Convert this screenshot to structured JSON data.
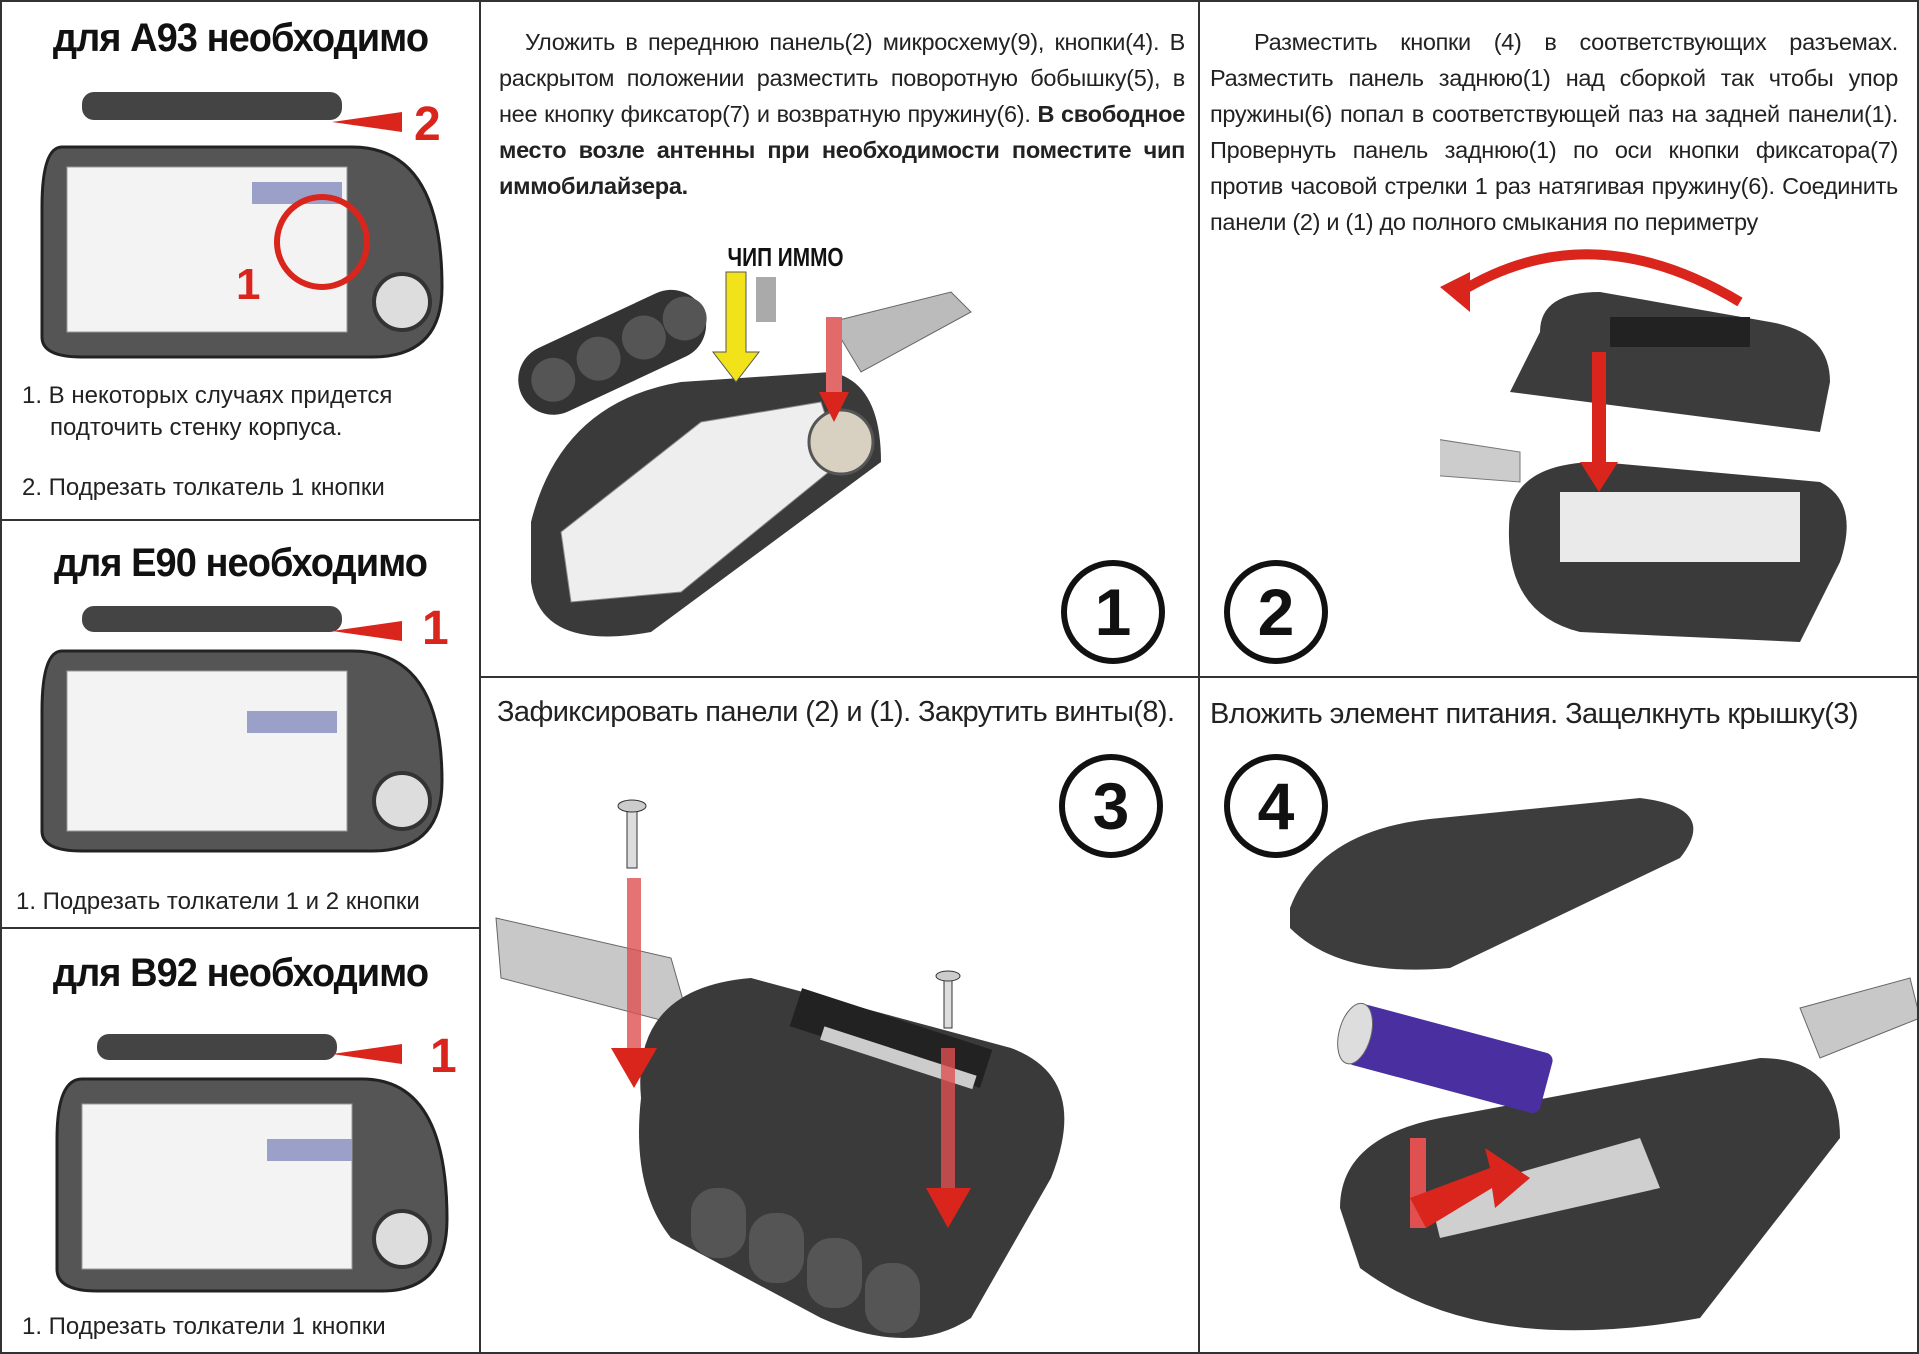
{
  "left": {
    "a93": {
      "heading": "для A93 необходимо",
      "notes": [
        "1. В некоторых случаях придется подточить стенку корпуса.",
        "2. Подрезать толкатель 1 кнопки"
      ],
      "markers": [
        "2",
        "1"
      ]
    },
    "e90": {
      "heading": "для E90 необходимо",
      "notes": [
        "1. Подрезать толкатели 1 и 2 кнопки"
      ],
      "markers": [
        "1"
      ]
    },
    "b92": {
      "heading": "для B92 необходимо",
      "notes": [
        "1. Подрезать толкатели 1 кнопки"
      ],
      "markers": [
        "1"
      ]
    }
  },
  "steps": [
    {
      "number": "1",
      "text": "Уложить в переднюю панель(2) микросхему(9), кнопки(4). В раскрытом положении разместить поворотную бобышку(5), в нее кнопку фиксатор(7) и возвратную пружину(6).",
      "bold_text": "В свободное место возле антенны при необходимости поместите чип иммобилайзера.",
      "label": "ЧИП ИММО"
    },
    {
      "number": "2",
      "text": "Разместить кнопки (4) в соответствующих разъемах. Разместить панель заднюю(1) над сборкой так чтобы упор пружины(6) попал в соответствующей паз на задней панели(1). Провернуть панель заднюю(1) по оси кнопки фиксатора(7) против часовой стрелки 1 раз натягивая пружину(6). Соединить панели (2) и (1) до полного смыкания по периметру"
    },
    {
      "number": "3",
      "text": "Зафиксировать панели (2) и (1). Закрутить винты(8)."
    },
    {
      "number": "4",
      "text": "Вложить элемент питания. Защелкнуть крышку(3)"
    }
  ],
  "colors": {
    "arrow": "#d9251c",
    "arrow_yellow": "#f2e21a",
    "battery": "#4a2fa0",
    "fob": "#3a3a3a"
  }
}
